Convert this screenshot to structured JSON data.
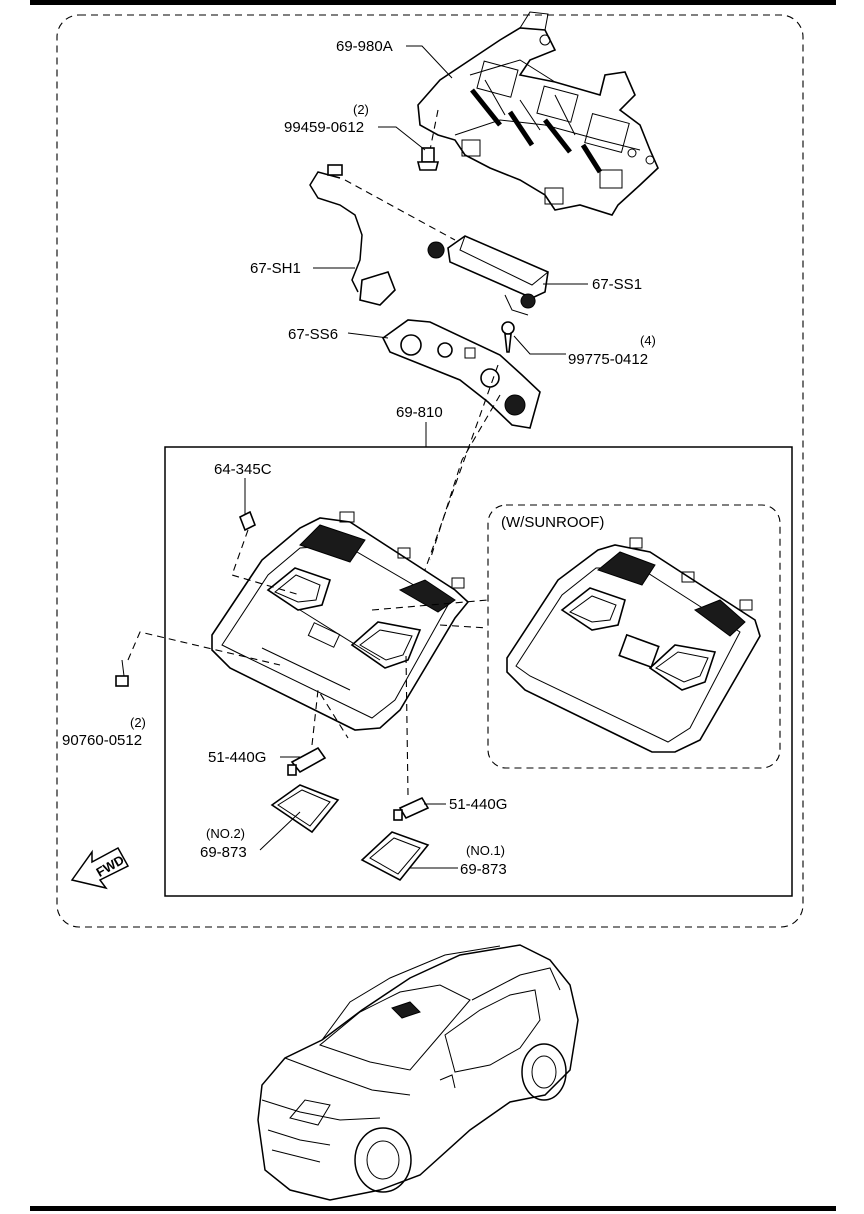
{
  "labels": {
    "bracket": "69-980A",
    "bolt_a_qty": "(2)",
    "bolt_a": "99459-0612",
    "harness": "67-SH1",
    "sensor": "67-SS1",
    "sensor_cover": "67-SS6",
    "bolt_b_qty": "(4)",
    "bolt_b": "99775-0412",
    "console": "69-810",
    "clip": "64-345C",
    "sunroof_variant": "(W/SUNROOF)",
    "screw_qty": "(2)",
    "screw": "90760-0512",
    "bulb_2": "51-440G",
    "bulb_1": "51-440G",
    "lens_2_qty": "(NO.2)",
    "lens_2": "69-873",
    "lens_1_qty": "(NO.1)",
    "lens_1": "69-873",
    "fwd": "FWD"
  },
  "colors": {
    "line": "#000000",
    "background": "#ffffff",
    "shade": "#1a1a1a"
  },
  "icons": {
    "forward_arrow": "fwd-arrow-icon",
    "vehicle": "suv-vehicle-icon"
  }
}
